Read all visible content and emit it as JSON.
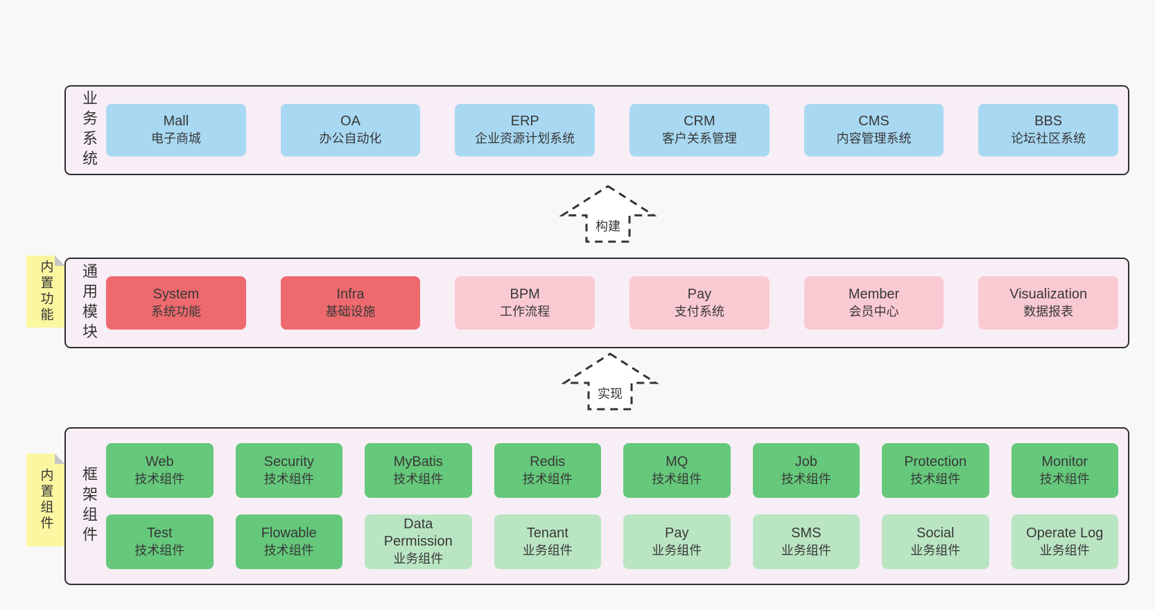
{
  "diagram": {
    "arrows": [
      {
        "label": "构建"
      },
      {
        "label": "实现"
      }
    ],
    "bands": [
      {
        "label": "业务系统",
        "boxes": [
          {
            "name": "Mall",
            "desc": "电子商城",
            "type": "blue"
          },
          {
            "name": "OA",
            "desc": "办公自动化",
            "type": "blue"
          },
          {
            "name": "ERP",
            "desc": "企业资源计划系统",
            "type": "blue"
          },
          {
            "name": "CRM",
            "desc": "客户关系管理",
            "type": "blue"
          },
          {
            "name": "CMS",
            "desc": "内容管理系统",
            "type": "blue"
          },
          {
            "name": "BBS",
            "desc": "论坛社区系统",
            "type": "blue"
          }
        ]
      },
      {
        "label": "通用模块",
        "sticky": "内置功能",
        "boxes": [
          {
            "name": "System",
            "desc": "系统功能",
            "type": "red"
          },
          {
            "name": "Infra",
            "desc": "基础设施",
            "type": "red"
          },
          {
            "name": "BPM",
            "desc": "工作流程",
            "type": "pink"
          },
          {
            "name": "Pay",
            "desc": "支付系统",
            "type": "pink"
          },
          {
            "name": "Member",
            "desc": "会员中心",
            "type": "pink"
          },
          {
            "name": "Visualization",
            "desc": "数据报表",
            "type": "pink"
          }
        ]
      },
      {
        "label": "框架组件",
        "sticky": "内置组件",
        "rows": [
          [
            {
              "name": "Web",
              "desc": "技术组件",
              "type": "green"
            },
            {
              "name": "Security",
              "desc": "技术组件",
              "type": "green"
            },
            {
              "name": "MyBatis",
              "desc": "技术组件",
              "type": "green"
            },
            {
              "name": "Redis",
              "desc": "技术组件",
              "type": "green"
            },
            {
              "name": "MQ",
              "desc": "技术组件",
              "type": "green"
            },
            {
              "name": "Job",
              "desc": "技术组件",
              "type": "green"
            },
            {
              "name": "Protection",
              "desc": "技术组件",
              "type": "green"
            },
            {
              "name": "Monitor",
              "desc": "技术组件",
              "type": "green"
            }
          ],
          [
            {
              "name": "Test",
              "desc": "技术组件",
              "type": "green"
            },
            {
              "name": "Flowable",
              "desc": "技术组件",
              "type": "green"
            },
            {
              "name": "Data Permission",
              "desc": "业务组件",
              "type": "lightgreen"
            },
            {
              "name": "Tenant",
              "desc": "业务组件",
              "type": "lightgreen"
            },
            {
              "name": "Pay",
              "desc": "业务组件",
              "type": "lightgreen"
            },
            {
              "name": "SMS",
              "desc": "业务组件",
              "type": "lightgreen"
            },
            {
              "name": "Social",
              "desc": "业务组件",
              "type": "lightgreen"
            },
            {
              "name": "Operate Log",
              "desc": "业务组件",
              "type": "lightgreen"
            }
          ]
        ]
      }
    ],
    "colors": {
      "page_bg": "#f8f8f8",
      "band_bg": "#f8eef6",
      "band_border": "#2e2e2e",
      "blue": "#a9d9f2",
      "red": "#ee6a6e",
      "pink": "#facad3",
      "green": "#65c87b",
      "lightgreen": "#bae5c3",
      "sticky_yellow": "#fbf7a0"
    }
  }
}
